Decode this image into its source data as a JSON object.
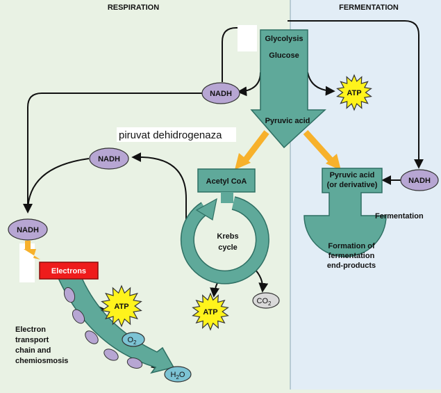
{
  "diagram": {
    "section_left": "RESPIRATION",
    "section_right": "FERMENTATION",
    "glycolysis": {
      "title": "Glycolysis",
      "subtitle": "Glucose",
      "product": "Pyruvic acid"
    },
    "nadh_label": "NADH",
    "atp_label": "ATP",
    "enzyme_label": "piruvat dehidrogenaza",
    "acetyl_coa": "Acetyl CoA",
    "krebs_line1": "Krebs",
    "krebs_line2": "cycle",
    "co2": {
      "base": "CO",
      "sub": "2"
    },
    "electrons": "Electrons",
    "etc_lines": [
      "Electron",
      "transport",
      "chain and",
      "chemiosmosis"
    ],
    "o2": {
      "base": "O",
      "sub": "2"
    },
    "h2o": {
      "base": "H",
      "sub": "2",
      "tail": "O"
    },
    "ferm_pyruvic_line1": "Pyruvic acid",
    "ferm_pyruvic_line2": "(or derivative)",
    "fermentation_label": "Fermentation",
    "formation_lines": [
      "Formation of",
      "fermentation",
      "end-products"
    ],
    "colors": {
      "respiration_bg": "#e9f2e4",
      "fermentation_bg": "#e2edf6",
      "teal": "#5fa99a",
      "nadh": "#b7a6d3",
      "atp": "#fff31c",
      "electrons": "#ee1c1c",
      "orange_arrow": "#f7b12b"
    }
  }
}
